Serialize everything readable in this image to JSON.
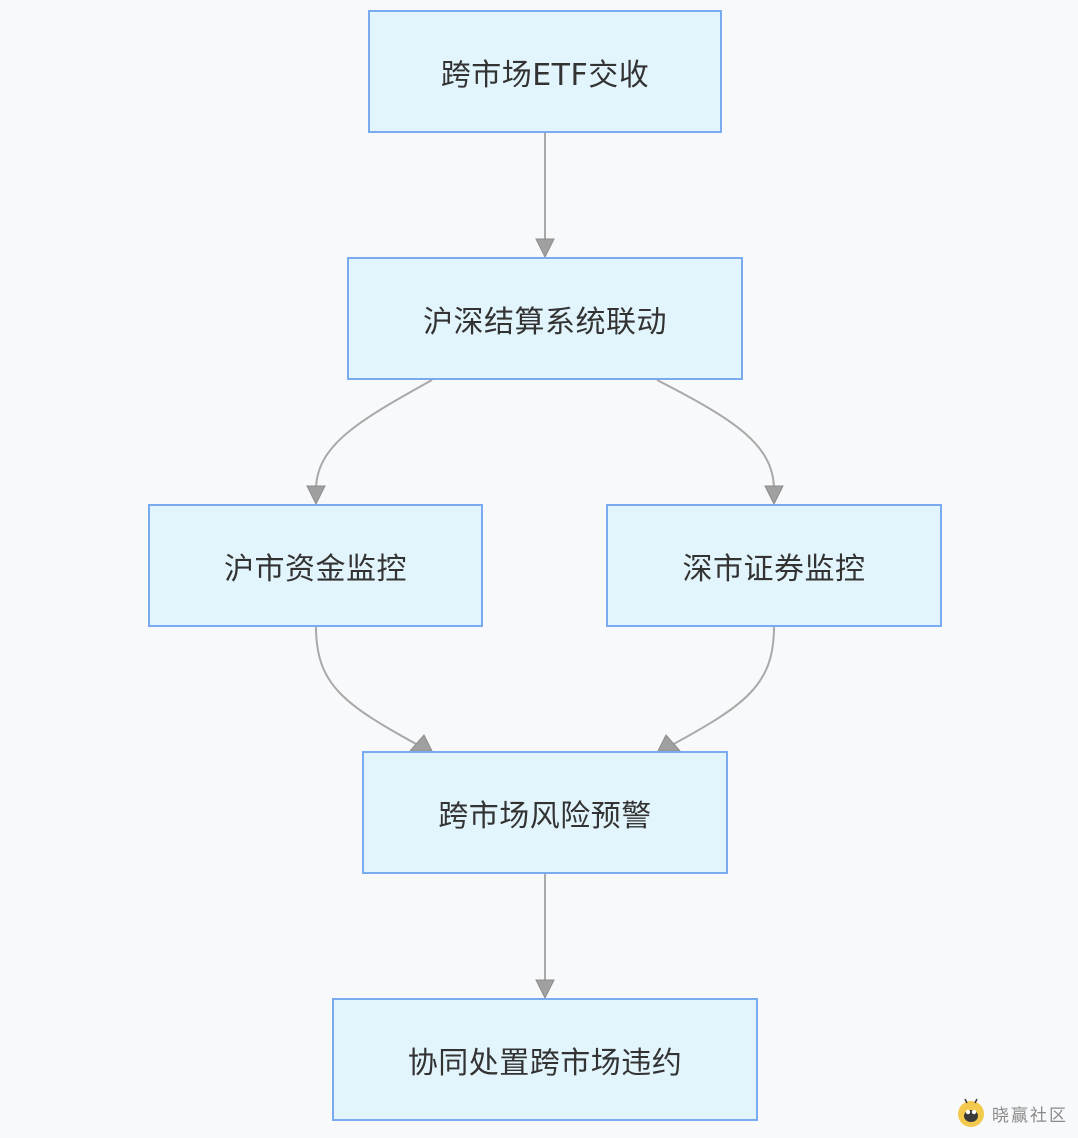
{
  "nodes": {
    "etf_exchange": "跨市场ETF交收",
    "settlement_linkage": "沪深结算系统联动",
    "sh_fund_monitor": "沪市资金监控",
    "sz_securities_monitor": "深市证券监控",
    "risk_warning": "跨市场风险预警",
    "joint_handling": "协同处置跨市场违约"
  },
  "edges": [
    {
      "from": "etf_exchange",
      "to": "settlement_linkage"
    },
    {
      "from": "settlement_linkage",
      "to": "sh_fund_monitor"
    },
    {
      "from": "settlement_linkage",
      "to": "sz_securities_monitor"
    },
    {
      "from": "sh_fund_monitor",
      "to": "risk_warning"
    },
    {
      "from": "sz_securities_monitor",
      "to": "risk_warning"
    },
    {
      "from": "risk_warning",
      "to": "joint_handling"
    }
  ],
  "colors": {
    "background": "#f8f9fb",
    "node_fill": "#e3f5fc",
    "node_border": "#7aabf0",
    "edge": "#a9a9a9",
    "text": "#333333"
  },
  "watermark": {
    "text": "晓赢社区",
    "icon": "bee-logo-icon"
  }
}
